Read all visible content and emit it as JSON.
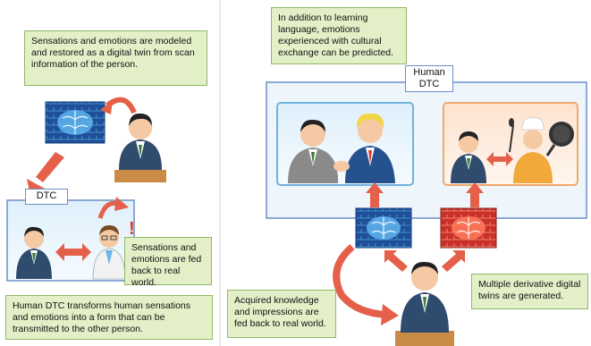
{
  "left_panel": {
    "top_note": "Sensations and emotions are modeled and restored as a digital twin from scan information of the person.",
    "dtc_label": "DTC",
    "feedback_note": "Sensations and emotions are fed back to real world.",
    "bottom_note": "Human DTC transforms human sensations and emotions into a form that can be transmitted to the other person."
  },
  "right_panel": {
    "top_note": "In addition to learning language, emotions experienced with cultural exchange can be predicted.",
    "human_dtc_label_line1": "Human",
    "human_dtc_label_line2": "DTC",
    "knowledge_note": "Acquired knowledge and impressions are fed back to real world.",
    "derivative_note": "Multiple derivative digital twins are generated."
  },
  "colors": {
    "callout_fill": "#e2efc7",
    "callout_border": "#8fb86a",
    "frame_border": "#6b8fc7",
    "arrow_red": "#e4604a",
    "brain_blue": "#1f5fa8",
    "brain_red": "#d63a2e"
  }
}
